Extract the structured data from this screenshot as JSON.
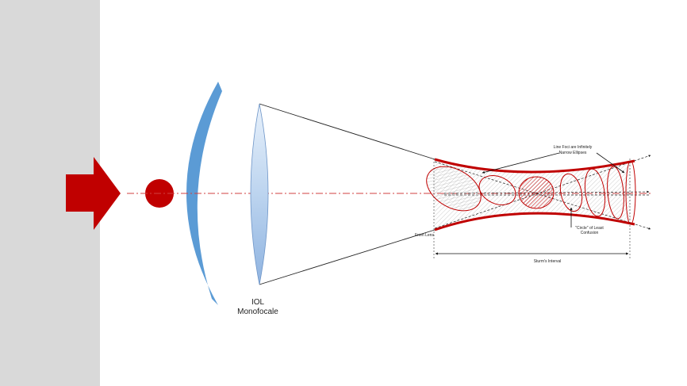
{
  "lens_label_line1": "IOL",
  "lens_label_line2": "Monofocale",
  "annotations": {
    "line_foci_1": "Line Foci are Infinitely",
    "line_foci_2": "Narrow Ellipses",
    "circle_1": "\"Circle\" of Least",
    "circle_2": "Confusion",
    "from_lens": "From Lens",
    "sturm": "Sturm's Interval"
  },
  "colors": {
    "sidebar": "#d9d9d9",
    "arrow_red": "#c00000",
    "cornea_blue": "#5b9bd5",
    "beam_red": "#c00000"
  }
}
